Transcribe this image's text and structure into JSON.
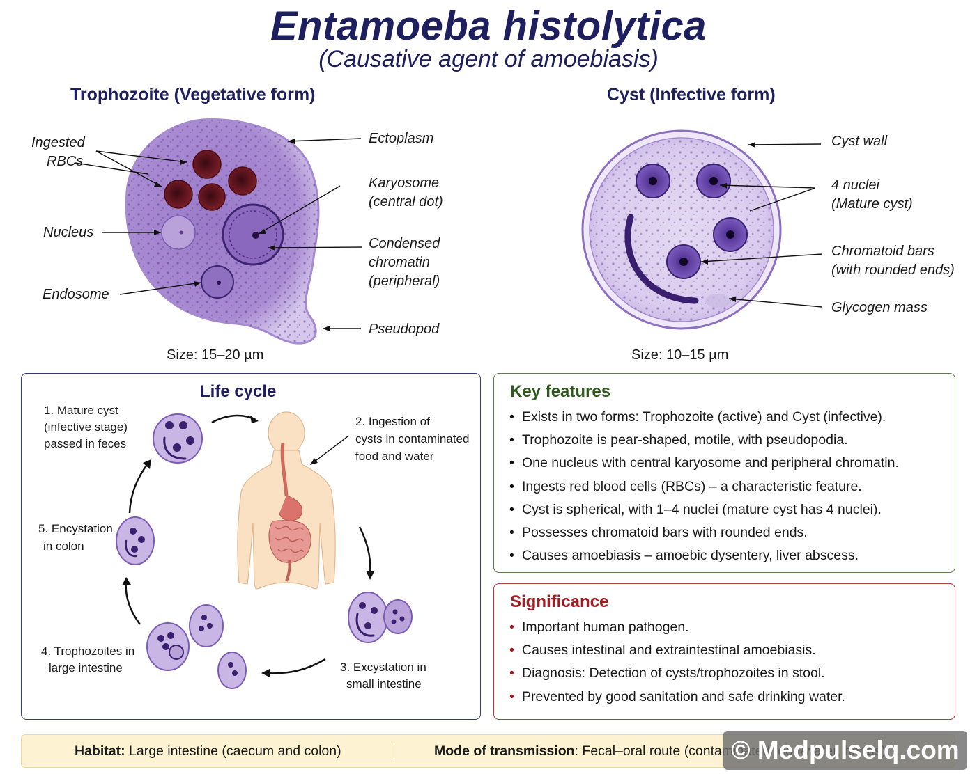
{
  "header": {
    "title": "Entamoeba histolytica",
    "subtitle": "(Causative agent of amoebiasis)"
  },
  "trophozoite": {
    "heading": "Trophozoite (Vegetative form)",
    "labels": {
      "ingested_rbcs_1": "Ingested",
      "ingested_rbcs_2": "RBCs",
      "nucleus": "Nucleus",
      "endosome": "Endosome",
      "ectoplasm": "Ectoplasm",
      "karyosome_1": "Karyosome",
      "karyosome_2": "(central dot)",
      "chromatin_1": "Condensed",
      "chromatin_2": "chromatin",
      "chromatin_3": "(peripheral)",
      "pseudopod": "Pseudopod"
    },
    "size": "Size: 15–20 µm"
  },
  "cyst": {
    "heading": "Cyst (Infective form)",
    "labels": {
      "cyst_wall": "Cyst wall",
      "nuclei_1": "4 nuclei",
      "nuclei_2": "(Mature cyst)",
      "chromatoid_1": "Chromatoid bars",
      "chromatoid_2": "(with rounded ends)",
      "glycogen": "Glycogen mass"
    },
    "size": "Size: 10–15 µm"
  },
  "life_cycle": {
    "heading": "Life cycle",
    "step1": [
      "1. Mature cyst",
      "(infective stage)",
      "passed in feces"
    ],
    "step2": [
      "2. Ingestion of",
      "cysts in contaminated",
      "food and water"
    ],
    "step3": [
      "3. Excystation in",
      "small intestine"
    ],
    "step4": [
      "4. Trophozoites in",
      "large intestine"
    ],
    "step5": [
      "5. Encystation",
      "in colon"
    ]
  },
  "key_features": {
    "heading": "Key features",
    "items": [
      "Exists in two forms: Trophozoite (active) and Cyst (infective).",
      "Trophozoite is pear-shaped, motile, with pseudopodia.",
      "One nucleus with central karyosome and peripheral chromatin.",
      "Ingests red blood cells (RBCs) – a characteristic feature.",
      "Cyst is spherical, with 1–4 nuclei (mature cyst has 4 nuclei).",
      "Possesses chromatoid bars with rounded ends.",
      "Causes amoebiasis – amoebic dysentery, liver abscess."
    ]
  },
  "significance": {
    "heading": "Significance",
    "items": [
      "Important human pathogen.",
      "Causes intestinal and extraintestinal amoebiasis.",
      "Diagnosis: Detection of cysts/trophozoites in stool.",
      "Prevented by good sanitation and safe drinking water."
    ]
  },
  "footer": {
    "habitat_label": "Habitat:",
    "habitat_value": " Large intestine (caecum and colon)",
    "transmission_label": "Mode of transmission",
    "transmission_value": ": Fecal–oral route (contaminated food/water, hands)"
  },
  "watermark": "© Medpulselq.com",
  "colors": {
    "title": "#1d1f5e",
    "cell_fill": "#b59ad6",
    "rbc": "#6b1a22",
    "features_heading": "#2e5a1e",
    "significance_heading": "#a31c22",
    "footer_bg": "#fdf2d2"
  }
}
